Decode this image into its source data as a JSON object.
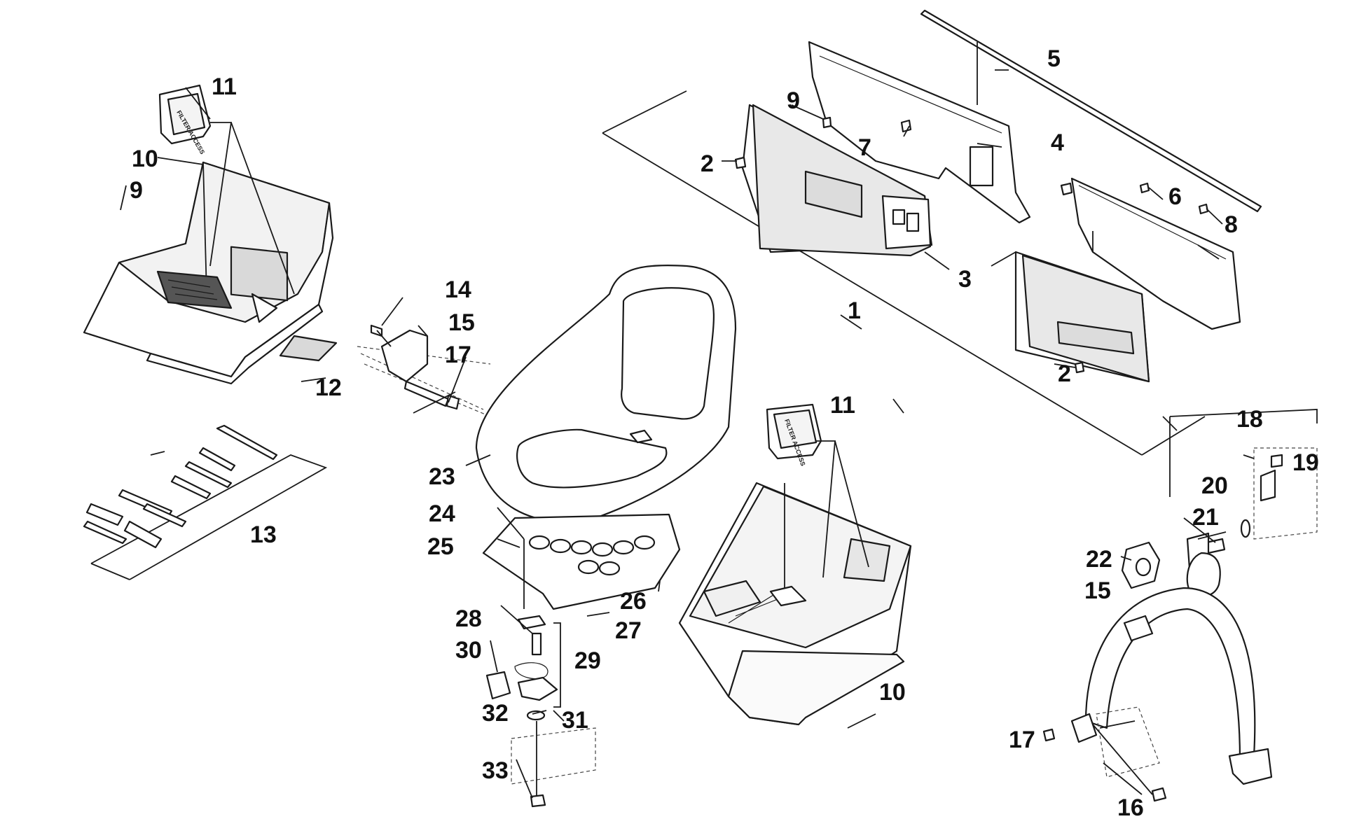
{
  "diagram": {
    "type": "exploded parts diagram",
    "callouts": [
      "1",
      "2",
      "2",
      "3",
      "4",
      "5",
      "6",
      "7",
      "8",
      "9",
      "9",
      "10",
      "10",
      "11",
      "11",
      "12",
      "13",
      "14",
      "15",
      "15",
      "16",
      "17",
      "17",
      "18",
      "19",
      "20",
      "21",
      "22",
      "23",
      "24",
      "25",
      "26",
      "27",
      "28",
      "29",
      "30",
      "31",
      "32",
      "33"
    ],
    "filter_label": "FILTER ACCESS"
  }
}
